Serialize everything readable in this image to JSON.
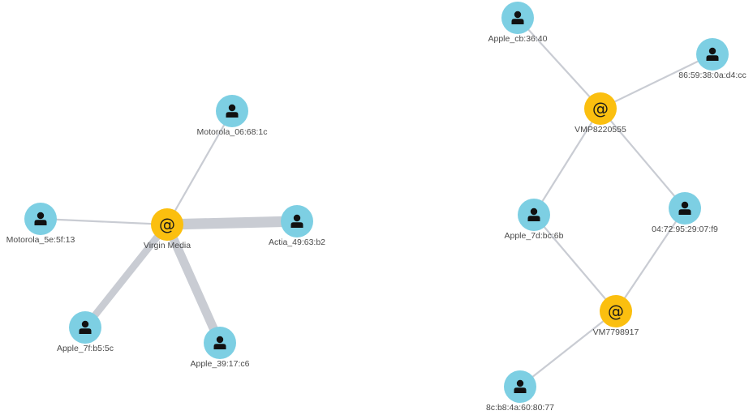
{
  "graph": {
    "colors": {
      "ap_fill": "#fbbf0f",
      "client_fill": "#7dcfe3",
      "edge": "#c9ccd3",
      "label": "#4a4a4a",
      "icon": "#111111"
    },
    "icons": {
      "access_point": "at-sign-icon",
      "client": "user-icon"
    },
    "nodes": [
      {
        "id": "virgin_media",
        "type": "access_point",
        "label": "Virgin Media"
      },
      {
        "id": "motorola_06",
        "type": "client",
        "label": "Motorola_06:68:1c"
      },
      {
        "id": "motorola_5e",
        "type": "client",
        "label": "Motorola_5e:5f:13"
      },
      {
        "id": "actia_49",
        "type": "client",
        "label": "Actia_49:63:b2"
      },
      {
        "id": "apple_7f",
        "type": "client",
        "label": "Apple_7f:b5:5c"
      },
      {
        "id": "apple_39",
        "type": "client",
        "label": "Apple_39:17:c6"
      },
      {
        "id": "vmp8220555",
        "type": "access_point",
        "label": "VMP8220555"
      },
      {
        "id": "apple_cb",
        "type": "client",
        "label": "Apple_cb:36:40"
      },
      {
        "id": "mac_86",
        "type": "client",
        "label": "86:59:38:0a:d4:cc"
      },
      {
        "id": "apple_7d",
        "type": "client",
        "label": "Apple_7d:bc:6b"
      },
      {
        "id": "mac_04",
        "type": "client",
        "label": "04:72:95:29:07:f9"
      },
      {
        "id": "vm7798917",
        "type": "access_point",
        "label": "VM7798917"
      },
      {
        "id": "mac_8c",
        "type": "client",
        "label": "8c:b8:4a:60:80:77"
      }
    ],
    "edges": [
      {
        "source": "virgin_media",
        "target": "motorola_06",
        "weight": 1
      },
      {
        "source": "virgin_media",
        "target": "motorola_5e",
        "weight": 1
      },
      {
        "source": "virgin_media",
        "target": "actia_49",
        "weight": 6
      },
      {
        "source": "virgin_media",
        "target": "apple_7f",
        "weight": 4
      },
      {
        "source": "virgin_media",
        "target": "apple_39",
        "weight": 5
      },
      {
        "source": "vmp8220555",
        "target": "apple_cb",
        "weight": 1
      },
      {
        "source": "vmp8220555",
        "target": "mac_86",
        "weight": 1
      },
      {
        "source": "vmp8220555",
        "target": "apple_7d",
        "weight": 1
      },
      {
        "source": "vmp8220555",
        "target": "mac_04",
        "weight": 1
      },
      {
        "source": "vm7798917",
        "target": "apple_7d",
        "weight": 1
      },
      {
        "source": "vm7798917",
        "target": "mac_04",
        "weight": 1
      },
      {
        "source": "vm7798917",
        "target": "mac_8c",
        "weight": 1
      }
    ]
  }
}
